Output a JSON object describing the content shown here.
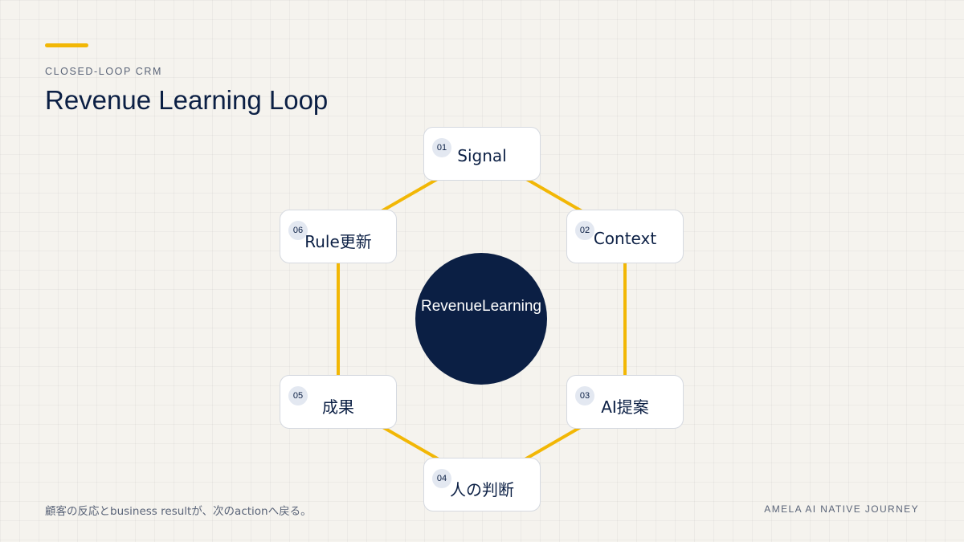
{
  "header": {
    "eyebrow": "CLOSED-LOOP CRM",
    "title": "Revenue Learning Loop"
  },
  "diagram": {
    "hub_label": "RevenueLearning",
    "steps": [
      {
        "number": "01",
        "label": "Signal"
      },
      {
        "number": "02",
        "label": "Context"
      },
      {
        "number": "03",
        "label": "AI提案"
      },
      {
        "number": "04",
        "label": "人の判断"
      },
      {
        "number": "05",
        "label": "成果"
      },
      {
        "number": "06",
        "label": "Rule更新"
      }
    ]
  },
  "footer": {
    "caption": "顧客の反応とbusiness resultが、次のactionへ戻る。",
    "brand": "AMELA AI NATIVE JOURNEY"
  },
  "colors": {
    "accent": "#f2b705",
    "navy": "#0b1f44",
    "background": "#f5f3ee",
    "node_border": "#d5d9e0",
    "badge": "#e3e8f1"
  }
}
